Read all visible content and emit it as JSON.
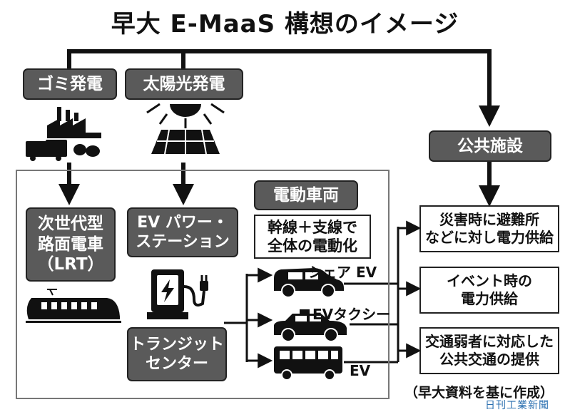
{
  "title": "早大 E-MaaS 構想のイメージ",
  "nodes": {
    "garbage_power": "ゴミ発電",
    "solar_power": "太陽光発電",
    "public_facilities": "公共施設",
    "electric_vehicles": "電動車両",
    "trunk_branch": "幹線＋支線で\n全体の電動化",
    "lrt": "次世代型\n路面電車\n（LRT）",
    "ev_power_station": "EV パワー・\nステーション",
    "transit_center": "トランジット\nセンター",
    "disaster_supply": "災害時に避難所\nなどに対し電力供給",
    "event_supply": "イベント時の\n電力供給",
    "transit_vulnerable": "交通弱者に対応した\n公共交通の提供"
  },
  "vehicles": {
    "share_ev": "シェア EV",
    "ev_taxi": "EVタクシー",
    "ev_bus": "EV"
  },
  "caption": "（早大資料を基に作成）",
  "credit": "日刊工業新聞"
}
